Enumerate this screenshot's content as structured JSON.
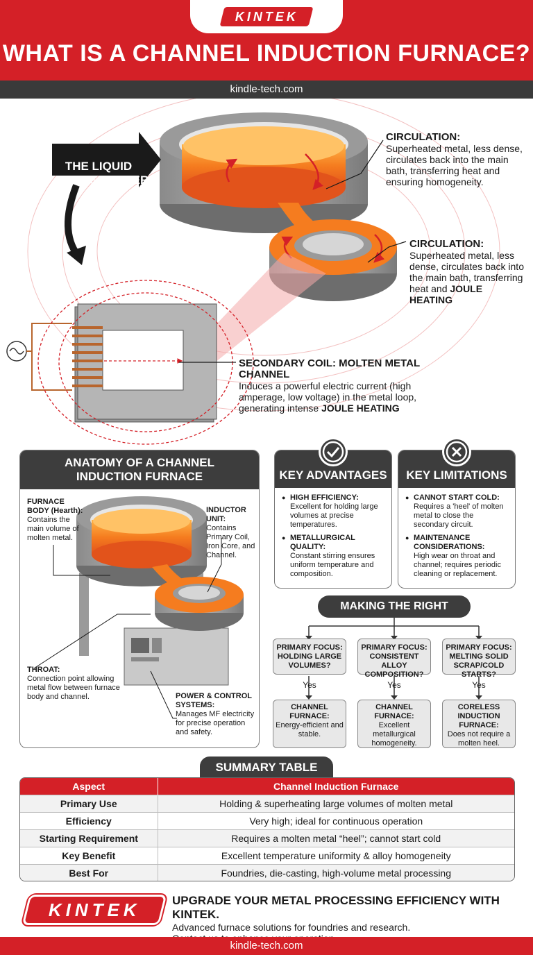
{
  "brand": {
    "logo_text": "KINTEK",
    "url": "kindle-tech.com",
    "accent": "#d42027",
    "dark": "#3d3d3d"
  },
  "header": {
    "title": "WHAT IS A CHANNEL INDUCTION FURNACE?"
  },
  "hero": {
    "callout": "THE LIQUID TRANSFORMER",
    "circulation_top": {
      "title": "CIRCULATION:",
      "body": "Superheated metal, less dense, circulates back into the main bath, transferring heat and ensuring homogeneity."
    },
    "circulation_mid": {
      "title": "CIRCULATION:",
      "body": "Superheated metal, less dense, circulates back into the main bath, transferring heat and",
      "emph": "JOULE HEATING"
    },
    "secondary": {
      "title": "SECONDARY COIL: MOLTEN METAL CHANNEL",
      "body": "Induces a powerful electric current (high amperage, low voltage) in the metal loop, generating intense",
      "emph": "JOULE HEATING"
    }
  },
  "anatomy": {
    "title_line1": "ANATOMY OF A CHANNEL",
    "title_line2": "INDUCTION FURNACE",
    "furnace_body": {
      "title": "FURNACE BODY (Hearth):",
      "body": "Contains the main volume of molten metal."
    },
    "inductor": {
      "title": "INDUCTOR UNIT:",
      "body": "Contains Primary Coil, Iron Core, and Channel."
    },
    "throat": {
      "title": "THROAT:",
      "body": "Connection point allowing metal flow between furnace body and channel."
    },
    "power": {
      "title": "POWER & CONTROL SYSTEMS:",
      "body": "Manages MF electricity for precise operation and safety."
    }
  },
  "advantages": {
    "title": "KEY ADVANTAGES",
    "items": [
      {
        "title": "HIGH EFFICIENCY:",
        "body": "Excellent for holding large volumes at precise temperatures."
      },
      {
        "title": "METALLURGICAL QUALITY:",
        "body": "Constant stirring ensures uniform temperature and composition."
      }
    ]
  },
  "limitations": {
    "title": "KEY LIMITATIONS",
    "items": [
      {
        "title": "CANNOT START COLD:",
        "body": "Requires a 'heel' of molten metal to close the secondary circuit."
      },
      {
        "title": "MAINTENANCE CONSIDERATIONS:",
        "body": "High wear on throat and channel; requires periodic cleaning or replacement."
      }
    ]
  },
  "choice": {
    "title": "MAKING THE RIGHT CHOICE",
    "yes_label": "Yes",
    "options": [
      {
        "question": "PRIMARY FOCUS: HOLDING LARGE VOLUMES?",
        "answer_title": "CHANNEL FURNACE:",
        "answer_body": "Energy-efficient and stable."
      },
      {
        "question": "PRIMARY FOCUS: CONSISTENT ALLOY COMPOSITION?",
        "answer_title": "CHANNEL FURNACE:",
        "answer_body": "Excellent metallurgical homogeneity."
      },
      {
        "question": "PRIMARY FOCUS: MELTING SOLID SCRAP/COLD STARTS?",
        "answer_title": "CORELESS INDUCTION FURNACE:",
        "answer_body": "Does not require a molten heel."
      }
    ]
  },
  "summary": {
    "title": "SUMMARY TABLE",
    "headers": [
      "Aspect",
      "Channel Induction Furnace"
    ],
    "rows": [
      [
        "Primary Use",
        "Holding & superheating large volumes of molten metal"
      ],
      [
        "Efficiency",
        "Very high; ideal for continuous operation"
      ],
      [
        "Starting Requirement",
        "Requires a molten metal “heel”; cannot start cold"
      ],
      [
        "Key Benefit",
        "Excellent temperature uniformity & alloy homogeneity"
      ],
      [
        "Best For",
        "Foundries, die-casting, high-volume metal processing"
      ]
    ]
  },
  "footer": {
    "cta_title": "UPGRADE YOUR METAL PROCESSING EFFICIENCY WITH KINTEK.",
    "cta_line1": "Advanced furnace solutions for foundries and research.",
    "cta_line2": "Contact us to enhance your operation."
  }
}
